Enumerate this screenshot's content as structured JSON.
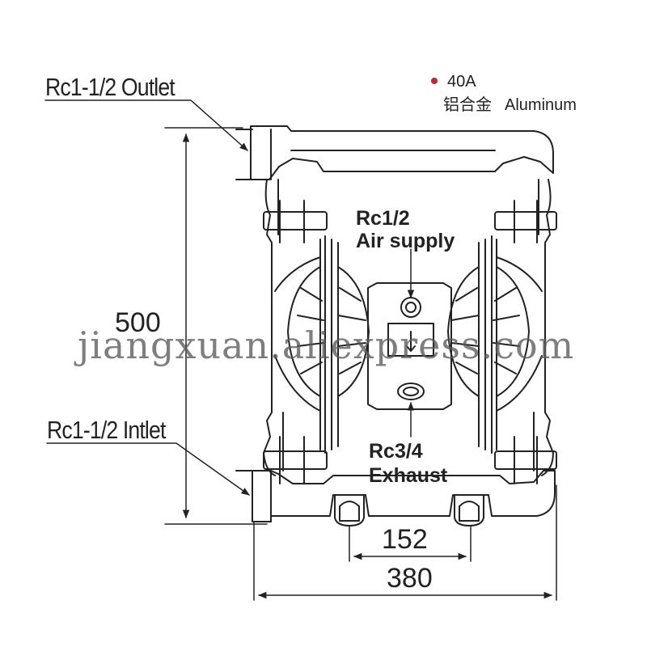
{
  "labels": {
    "outlet": "Rc1-1/2 Outlet",
    "inlet": "Rc1-1/2 Intlet",
    "air_supply_size": "Rc1/2",
    "air_supply": "Air supply",
    "exhaust_size": "Rc3/4",
    "exhaust": "Exhaust"
  },
  "legend": {
    "model": "40A",
    "material_cn": "铝合金",
    "material_en": "Aluminum",
    "dot_color": "#c0282d"
  },
  "dimensions": {
    "height": "500",
    "foot_spacing": "152",
    "overall_width": "380"
  },
  "watermark": "jiangxuan.aliexpress.com"
}
